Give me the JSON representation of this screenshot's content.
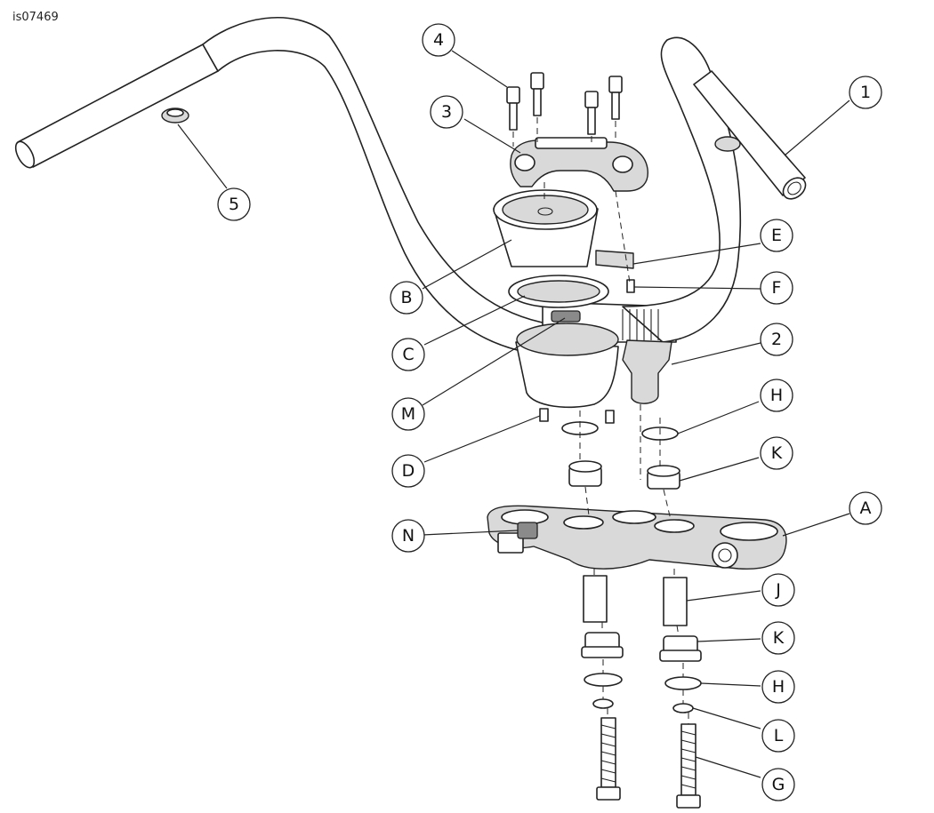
{
  "figure_id": "is07469",
  "callouts": [
    {
      "id": "c1",
      "label": "1"
    },
    {
      "id": "c2",
      "label": "2"
    },
    {
      "id": "c3",
      "label": "3"
    },
    {
      "id": "c4",
      "label": "4"
    },
    {
      "id": "c5",
      "label": "5"
    },
    {
      "id": "cA",
      "label": "A"
    },
    {
      "id": "cB",
      "label": "B"
    },
    {
      "id": "cC",
      "label": "C"
    },
    {
      "id": "cD",
      "label": "D"
    },
    {
      "id": "cE",
      "label": "E"
    },
    {
      "id": "cF",
      "label": "F"
    },
    {
      "id": "cG",
      "label": "G"
    },
    {
      "id": "cH1",
      "label": "H"
    },
    {
      "id": "cH2",
      "label": "H"
    },
    {
      "id": "cJ",
      "label": "J"
    },
    {
      "id": "cK1",
      "label": "K"
    },
    {
      "id": "cK2",
      "label": "K"
    },
    {
      "id": "cL",
      "label": "L"
    },
    {
      "id": "cM",
      "label": "M"
    },
    {
      "id": "cN",
      "label": "N"
    }
  ]
}
